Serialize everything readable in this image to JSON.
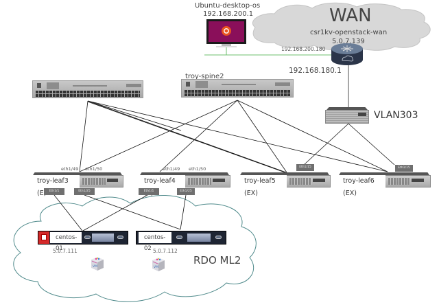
{
  "diagram": {
    "wan": {
      "cloud_label": "WAN",
      "router_name": "csr1kv-openstack-wan",
      "router_ip": "5.0.7.139",
      "router_wan_side_ip": "192.168.200.180",
      "router_lan_ip": "192.168.180.1"
    },
    "desktop": {
      "name": "Ubuntu-desktop-os",
      "ip": "192.168.200.1"
    },
    "spines": [
      {
        "name": ""
      },
      {
        "name": "troy-spine2"
      }
    ],
    "vlan_switch": {
      "label": "VLAN303"
    },
    "leaves": [
      {
        "name": "troy-leaf3 (E)",
        "uplink_labels": [
          "eth1/49",
          "eth1/50"
        ],
        "downlink_tabs": [
          "Eth1/1",
          "Eth1/25"
        ]
      },
      {
        "name": "troy-leaf4 (E)",
        "uplink_labels": [
          "eth1/49",
          "eth1/50"
        ],
        "downlink_tabs": [
          "Eth1/1",
          "Eth1/25"
        ]
      },
      {
        "name": "troy-leaf5 (EX)",
        "uplink_tabs": [
          "Eth1/15"
        ]
      },
      {
        "name": "troy-leaf6 (EX)",
        "uplink_tabs": [
          "Eth1/15"
        ]
      }
    ],
    "servers": [
      {
        "name": "centos-01",
        "ip": "5.0.7.111"
      },
      {
        "name": "centos-02",
        "ip": "5.0.7.112"
      }
    ],
    "vms": [
      {
        "label": "VM"
      },
      {
        "label": "VM"
      }
    ],
    "rdo_cloud": {
      "label": "RDO ML2"
    },
    "colors": {
      "wan_cloud_fill": "#d6d6d6",
      "rdo_cloud_stroke": "#4f8a8b",
      "green_link": "#6cbf6c",
      "ubuntu_purple": "#8a0f5a",
      "ubuntu_orange": "#e95420",
      "redhat_red": "#d42a2a"
    }
  }
}
